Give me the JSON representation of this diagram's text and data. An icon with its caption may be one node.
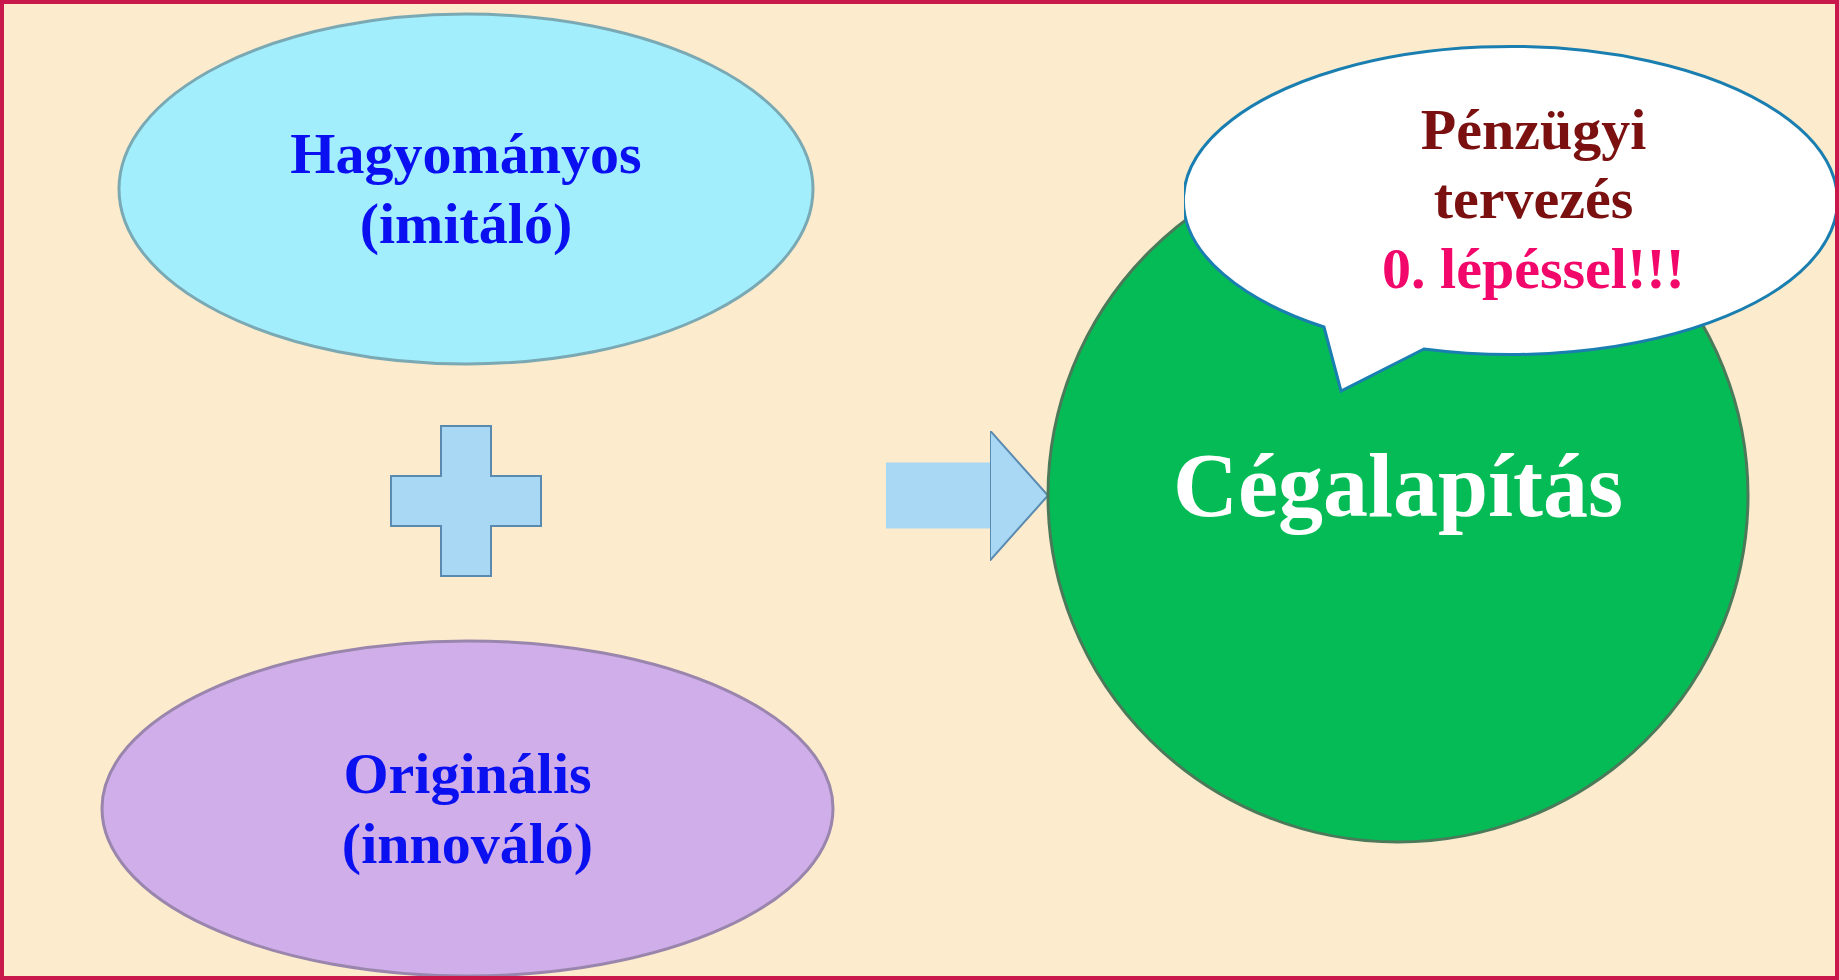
{
  "diagram": {
    "nodes": [
      {
        "text": [
          "Hagyományos (imitáló)"
        ]
      },
      {
        "text": [
          "Originális (innováló)"
        ]
      },
      {
        "text": [
          "Cégalapítás"
        ]
      },
      {
        "text": [
          "Pénzügyi tervezés",
          "0. lépéssel!!!"
        ]
      }
    ],
    "edges": [
      {
        "from": null,
        "to": 2,
        "arrow": "to"
      }
    ]
  }
}
